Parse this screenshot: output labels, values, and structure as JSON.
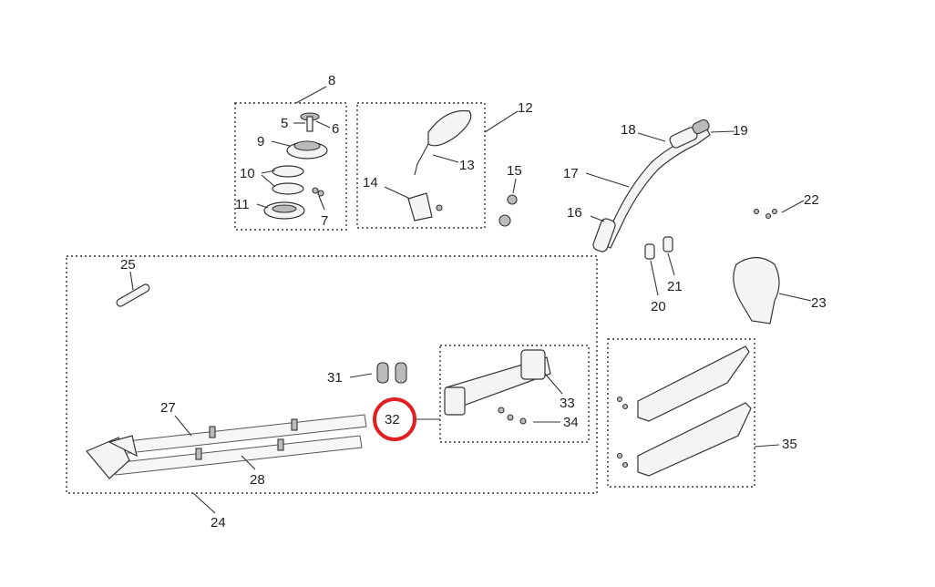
{
  "diagram": {
    "title": "Front fork / handlebar exploded parts diagram",
    "highlight_color": "#e02020",
    "highlighted_part": "32",
    "labels": {
      "p5": "5",
      "p6": "6",
      "p7": "7",
      "p8": "8",
      "p9": "9",
      "p10": "10",
      "p11": "11",
      "p12": "12",
      "p13": "13",
      "p14": "14",
      "p15": "15",
      "p16": "16",
      "p17": "17",
      "p18": "18",
      "p19": "19",
      "p20": "20",
      "p21": "21",
      "p22": "22",
      "p23": "23",
      "p24": "24",
      "p25": "25",
      "p27": "27",
      "p28": "28",
      "p31": "31",
      "p32": "32",
      "p33": "33",
      "p34": "34",
      "p35": "35"
    }
  }
}
